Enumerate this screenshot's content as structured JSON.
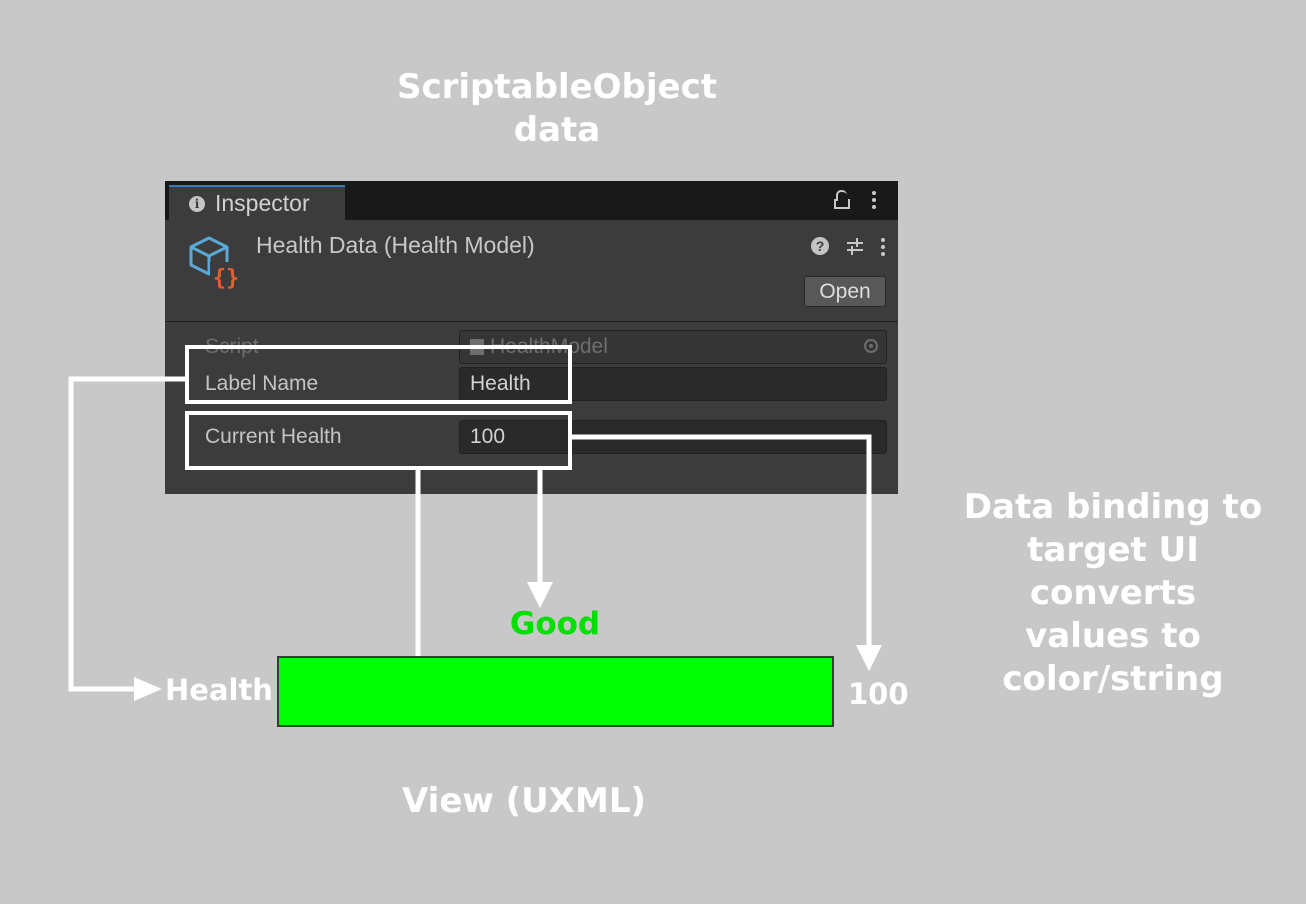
{
  "headings": {
    "top": "ScriptableObject data",
    "right": "Data binding to target UI converts values to color/string",
    "bottom": "View (UXML)"
  },
  "inspector": {
    "tab_label": "Inspector",
    "asset_title": "Health Data (Health Model)",
    "open_label": "Open",
    "properties": {
      "script": {
        "label": "Script",
        "value": "HealthModel"
      },
      "label_name": {
        "label": "Label Name",
        "value": "Health"
      },
      "current_health": {
        "label": "Current Health",
        "value": "100"
      }
    }
  },
  "view": {
    "label": "Health",
    "status": "Good",
    "value": "100",
    "bar_fill_fraction": 1.0,
    "bar_color": "#00ff00",
    "status_color": "#00e000"
  },
  "colors": {
    "background": "#c8c8c8",
    "panel": "#3c3c3c",
    "accent": "#3a79bb"
  }
}
